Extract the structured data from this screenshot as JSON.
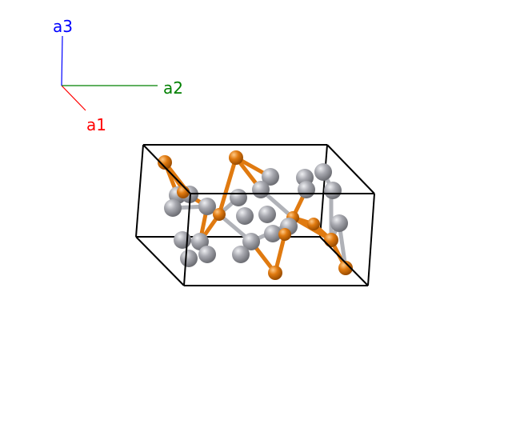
{
  "axes": {
    "a1": {
      "label": "a1",
      "color": "#ff0000"
    },
    "a2": {
      "label": "a2",
      "color": "#008000"
    },
    "a3": {
      "label": "a3",
      "color": "#0000ff"
    }
  },
  "colors": {
    "background": "#ffffff",
    "cell_edge": "#000000",
    "atom_gray": "#a8a9b0",
    "atom_orange": "#e07a10",
    "bond_gray": "#b0b2b8"
  }
}
